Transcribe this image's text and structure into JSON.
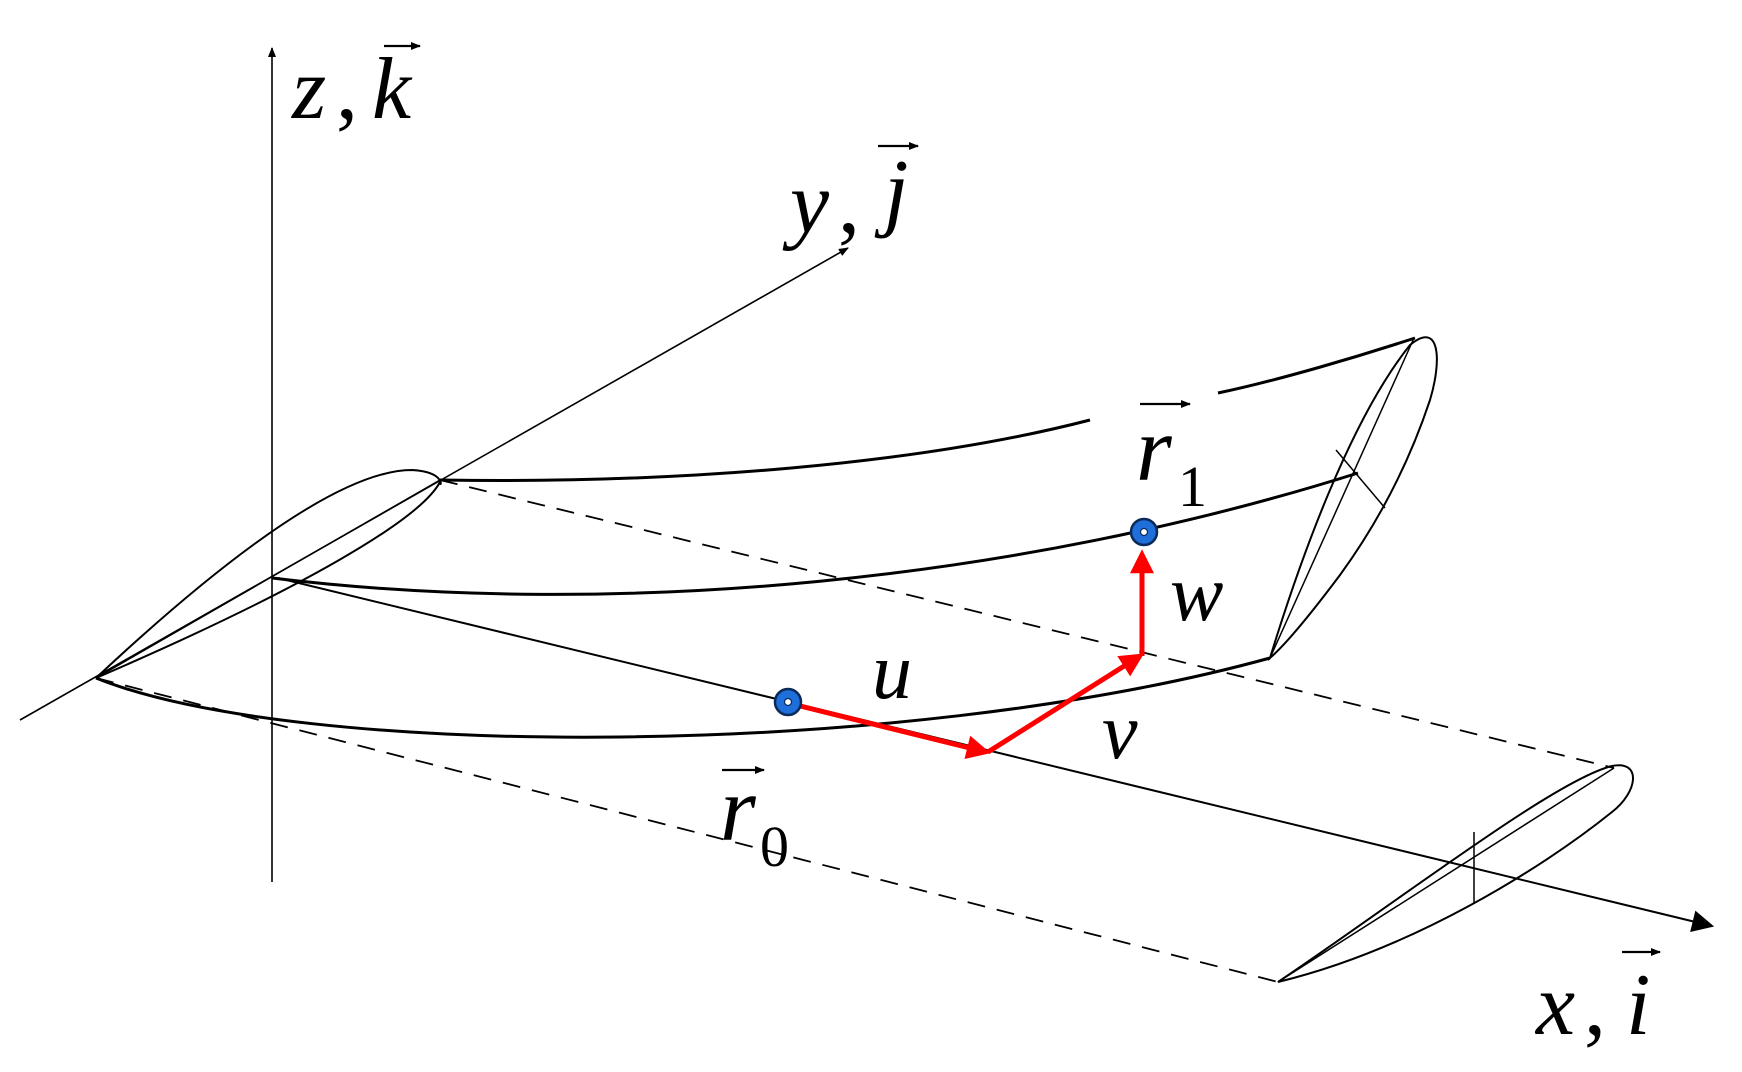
{
  "axes": {
    "x": {
      "name": "x",
      "unit_vector": "i"
    },
    "y": {
      "name": "y",
      "unit_vector": "j"
    },
    "z": {
      "name": "z",
      "unit_vector": "k"
    }
  },
  "axis_separator": ",",
  "position_vectors": {
    "r0": {
      "symbol": "r",
      "subscript": "0"
    },
    "r1": {
      "symbol": "r",
      "subscript": "1"
    }
  },
  "displacements": {
    "u": "u",
    "v": "v",
    "w": "w"
  },
  "colors": {
    "displacement_arrows": "#ff0000",
    "points_fill": "#1e6fd9",
    "lines": "#000000"
  }
}
